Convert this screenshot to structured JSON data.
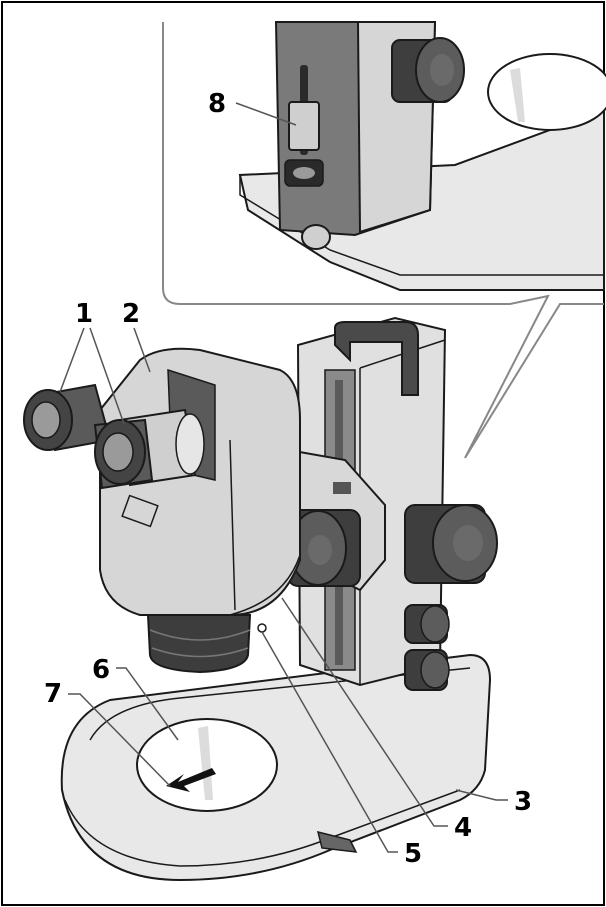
{
  "callouts": {
    "c1": "1",
    "c2": "2",
    "c3": "3",
    "c4": "4",
    "c5": "5",
    "c6": "6",
    "c7": "7",
    "c8": "8"
  },
  "colors": {
    "body_light": "#e3e3e3",
    "body_mid": "#c9c9c9",
    "body_dark": "#8f8f8f",
    "rail": "#6e6e6e",
    "knob": "#4a4a4a",
    "lens": "#3d3d3d",
    "outline": "#1a1a1a",
    "leader": "#555555"
  }
}
